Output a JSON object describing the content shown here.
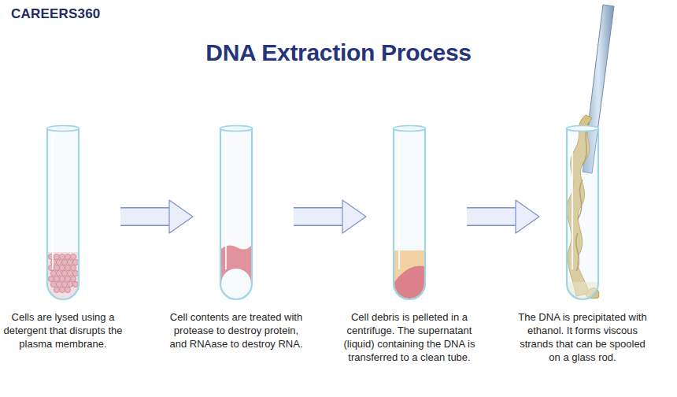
{
  "diagram": {
    "title": "DNA Extraction Process",
    "nodes": [
      {
        "text": [
          "Cells are lysed using a detergent that disrupts the plasma membrane."
        ]
      },
      {
        "text": [
          "Cell contents are treated with protease to destroy protein, and RNAase to destroy RNA."
        ]
      },
      {
        "text": [
          "Cell debris is pelleted in a centrifuge. The supernatant (liquid) containing the DNA is transferred to a clean tube."
        ]
      },
      {
        "text": [
          "The DNA is precipitated with ethanol. It forms viscous strands that can be spooled on a glass rod."
        ]
      }
    ],
    "edges": [
      {
        "from": 0,
        "to": 1,
        "arrow": "to"
      },
      {
        "from": 1,
        "to": 2,
        "arrow": "to"
      },
      {
        "from": 2,
        "to": 3,
        "arrow": "to"
      }
    ],
    "labels": [
      "CAREERS360"
    ]
  }
}
